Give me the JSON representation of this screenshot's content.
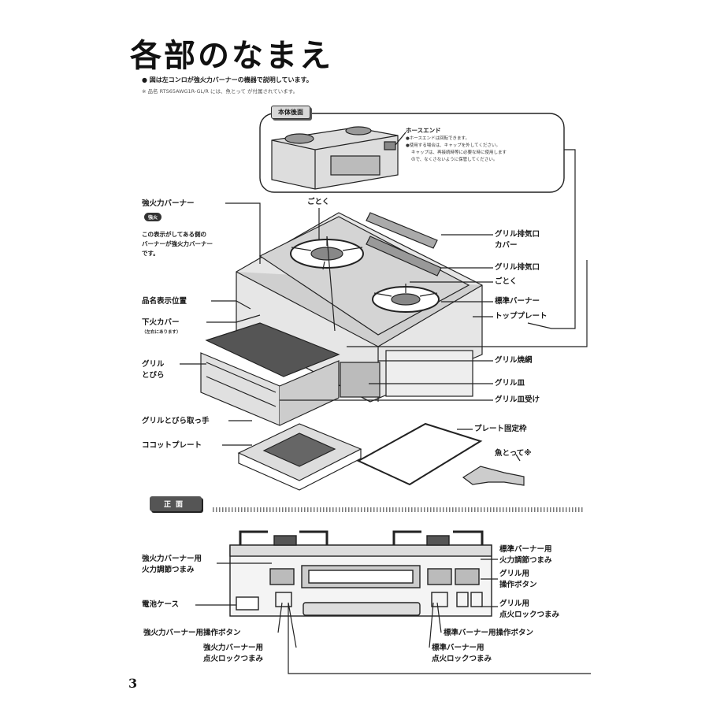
{
  "title": "各部のなまえ",
  "notes": [
    "● 図は左コンロが強火力バーナーの機器で説明しています。",
    "※ 品名 RTS65AWG1R-GL/R には、魚とって が付属されています。"
  ],
  "page_number": "3",
  "back_section": {
    "badge": "本体後面",
    "hose_end": {
      "label": "ホースエンド",
      "notes": [
        "●ホースエンドは回転できます。",
        "●使用する場合は、キャップを外してください。",
        "キャップは、再接続時等に必要な時に使用します",
        "ので、なくさないように保管してください。"
      ]
    }
  },
  "parts_left": {
    "strong_burner": "強火力バーナー",
    "strong_badge": "強火",
    "strong_desc": [
      "この表示がしてある側の",
      "バーナーが強火力バーナー",
      "です。"
    ],
    "model_label_position": "品名表示位置",
    "bottom_fire_cover": "下火カバー",
    "bottom_fire_note": "（左右にあります）",
    "grill_door": [
      "グリル",
      "とびら"
    ],
    "grill_door_handle": "グリルとびら取っ手",
    "cocotte_plate": "ココットプレート"
  },
  "parts_top": {
    "trivet": "ごとく"
  },
  "parts_right": {
    "grill_exhaust_cover": [
      "グリル排気口",
      "カバー"
    ],
    "grill_exhaust": "グリル排気口",
    "trivet": "ごとく",
    "standard_burner": "標準バーナー",
    "top_plate": "トッププレート",
    "grill_grate": "グリル焼網",
    "grill_pan": "グリル皿",
    "grill_pan_tray": "グリル皿受け",
    "plate_frame": "プレート固定枠",
    "fish_tongs": "魚とって※"
  },
  "front_section": {
    "badge": "正面",
    "left_labels": {
      "strong_flame_knob": [
        "強火力バーナー用",
        "火力調節つまみ"
      ],
      "battery_case": "電池ケース",
      "strong_button": "強火力バーナー用操作ボタン",
      "strong_lock": [
        "強火力バーナー用",
        "点火ロックつまみ"
      ]
    },
    "right_labels": {
      "standard_flame_knob": [
        "標準バーナー用",
        "火力調節つまみ"
      ],
      "grill_button": [
        "グリル用",
        "操作ボタン"
      ],
      "grill_lock": [
        "グリル用",
        "点火ロックつまみ"
      ],
      "standard_button": "標準バーナー用操作ボタン",
      "standard_lock": [
        "標準バーナー用",
        "点火ロックつまみ"
      ]
    }
  }
}
